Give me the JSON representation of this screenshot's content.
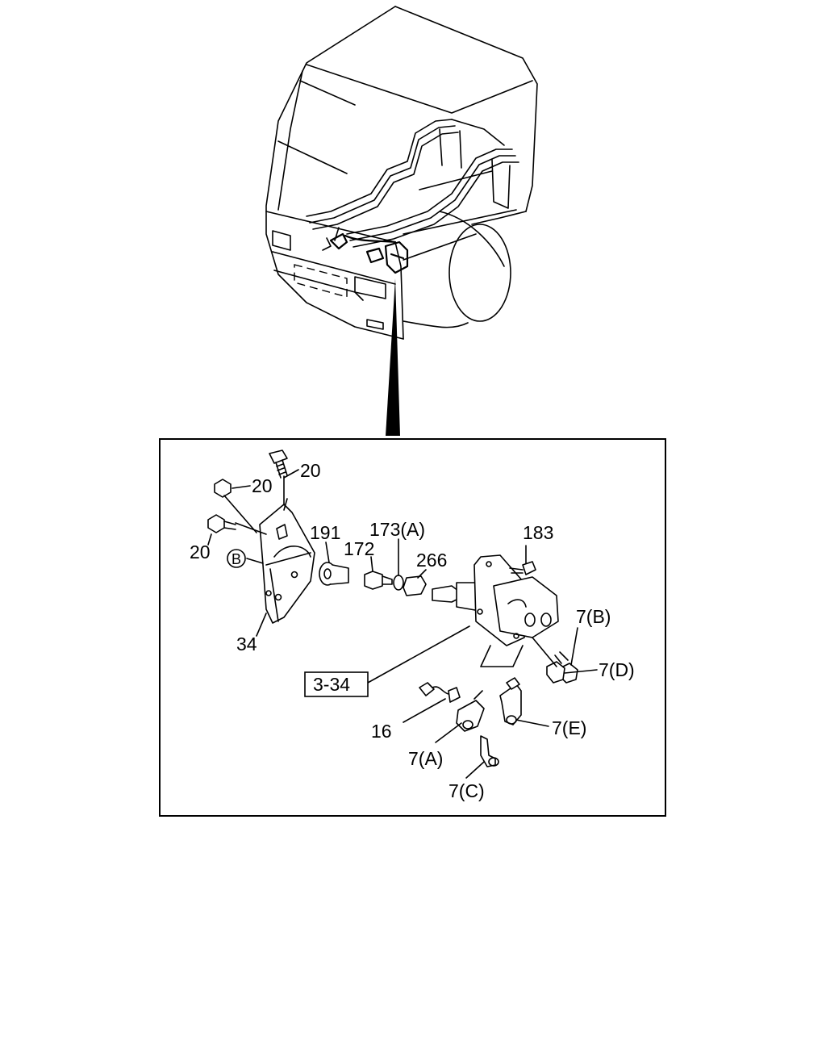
{
  "diagram": {
    "labels": {
      "part_20_top": "20",
      "part_20_mid": "20",
      "part_20_left": "20",
      "ref_b": "B",
      "part_34": "34",
      "part_191": "191",
      "part_172": "172",
      "part_173a": "173(A)",
      "part_266": "266",
      "part_183": "183",
      "part_7b": "7(B)",
      "part_7d": "7(D)",
      "part_7e": "7(E)",
      "part_7a": "7(A)",
      "part_7c": "7(C)",
      "part_16": "16",
      "ref_3_34": "3-34"
    }
  }
}
